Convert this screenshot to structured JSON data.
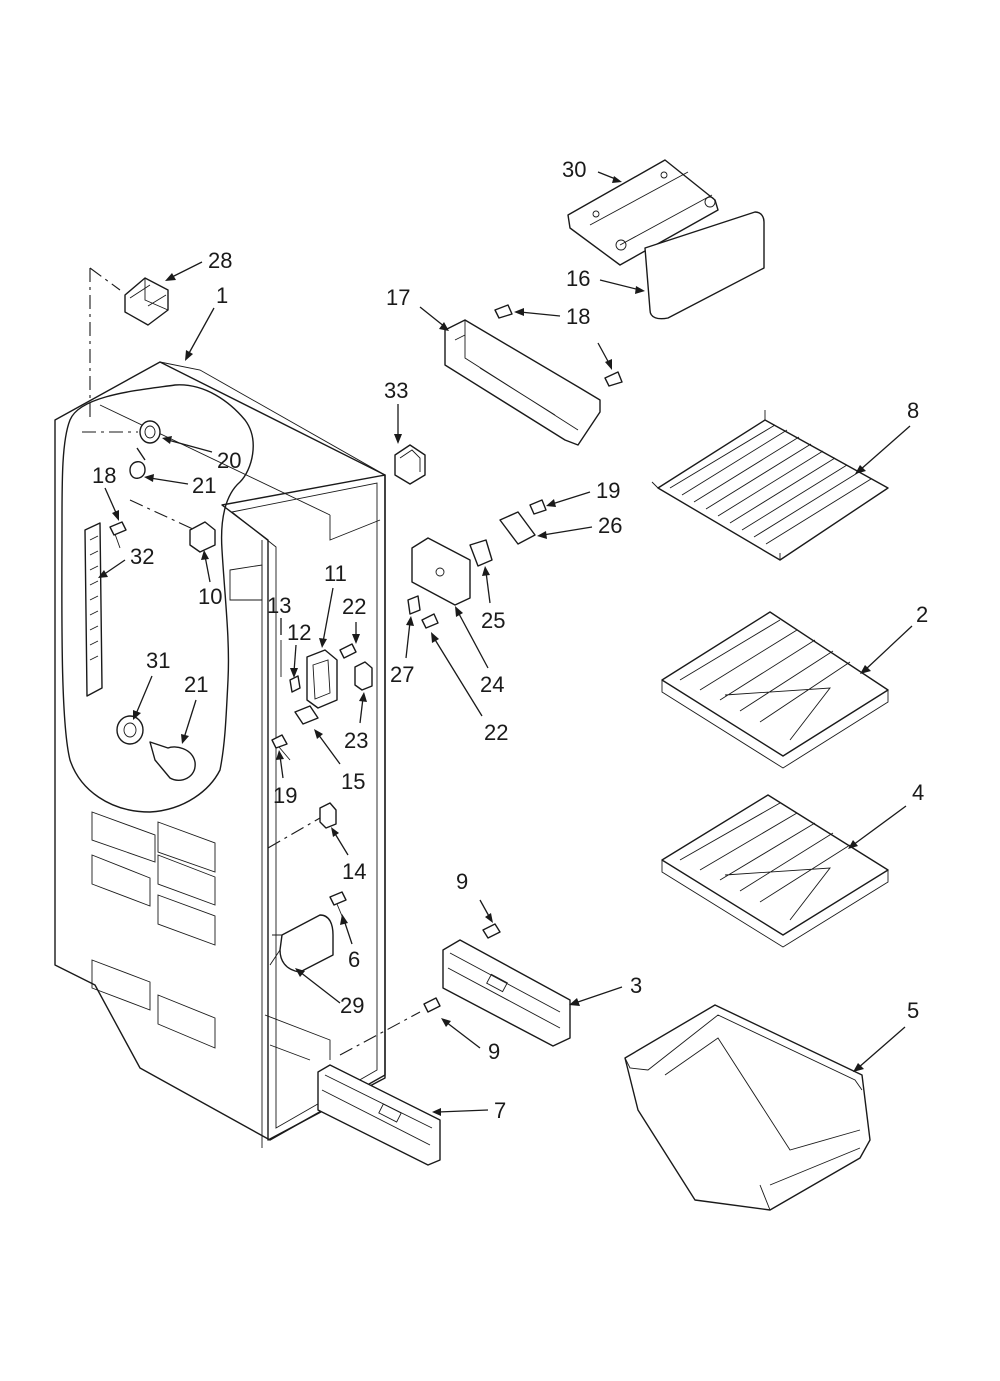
{
  "diagram": {
    "type": "exploded-parts-diagram",
    "callouts": [
      {
        "id": "c30",
        "label": "30"
      },
      {
        "id": "c16",
        "label": "16"
      },
      {
        "id": "c28",
        "label": "28"
      },
      {
        "id": "c1",
        "label": "1"
      },
      {
        "id": "c17",
        "label": "17"
      },
      {
        "id": "c18a",
        "label": "18"
      },
      {
        "id": "c33",
        "label": "33"
      },
      {
        "id": "c8",
        "label": "8"
      },
      {
        "id": "c20",
        "label": "20"
      },
      {
        "id": "c18b",
        "label": "18"
      },
      {
        "id": "c21a",
        "label": "21"
      },
      {
        "id": "c19a",
        "label": "19"
      },
      {
        "id": "c26",
        "label": "26"
      },
      {
        "id": "c32",
        "label": "32"
      },
      {
        "id": "c10",
        "label": "10"
      },
      {
        "id": "c11",
        "label": "11"
      },
      {
        "id": "c13",
        "label": "13"
      },
      {
        "id": "c12",
        "label": "12"
      },
      {
        "id": "c22a",
        "label": "22"
      },
      {
        "id": "c2",
        "label": "2"
      },
      {
        "id": "c25",
        "label": "25"
      },
      {
        "id": "c27",
        "label": "27"
      },
      {
        "id": "c24",
        "label": "24"
      },
      {
        "id": "c31",
        "label": "31"
      },
      {
        "id": "c21b",
        "label": "21"
      },
      {
        "id": "c23",
        "label": "23"
      },
      {
        "id": "c22b",
        "label": "22"
      },
      {
        "id": "c15",
        "label": "15"
      },
      {
        "id": "c19b",
        "label": "19"
      },
      {
        "id": "c4",
        "label": "4"
      },
      {
        "id": "c14",
        "label": "14"
      },
      {
        "id": "c9a",
        "label": "9"
      },
      {
        "id": "c6",
        "label": "6"
      },
      {
        "id": "c3",
        "label": "3"
      },
      {
        "id": "c29",
        "label": "29"
      },
      {
        "id": "c5",
        "label": "5"
      },
      {
        "id": "c9b",
        "label": "9"
      },
      {
        "id": "c7",
        "label": "7"
      }
    ]
  }
}
